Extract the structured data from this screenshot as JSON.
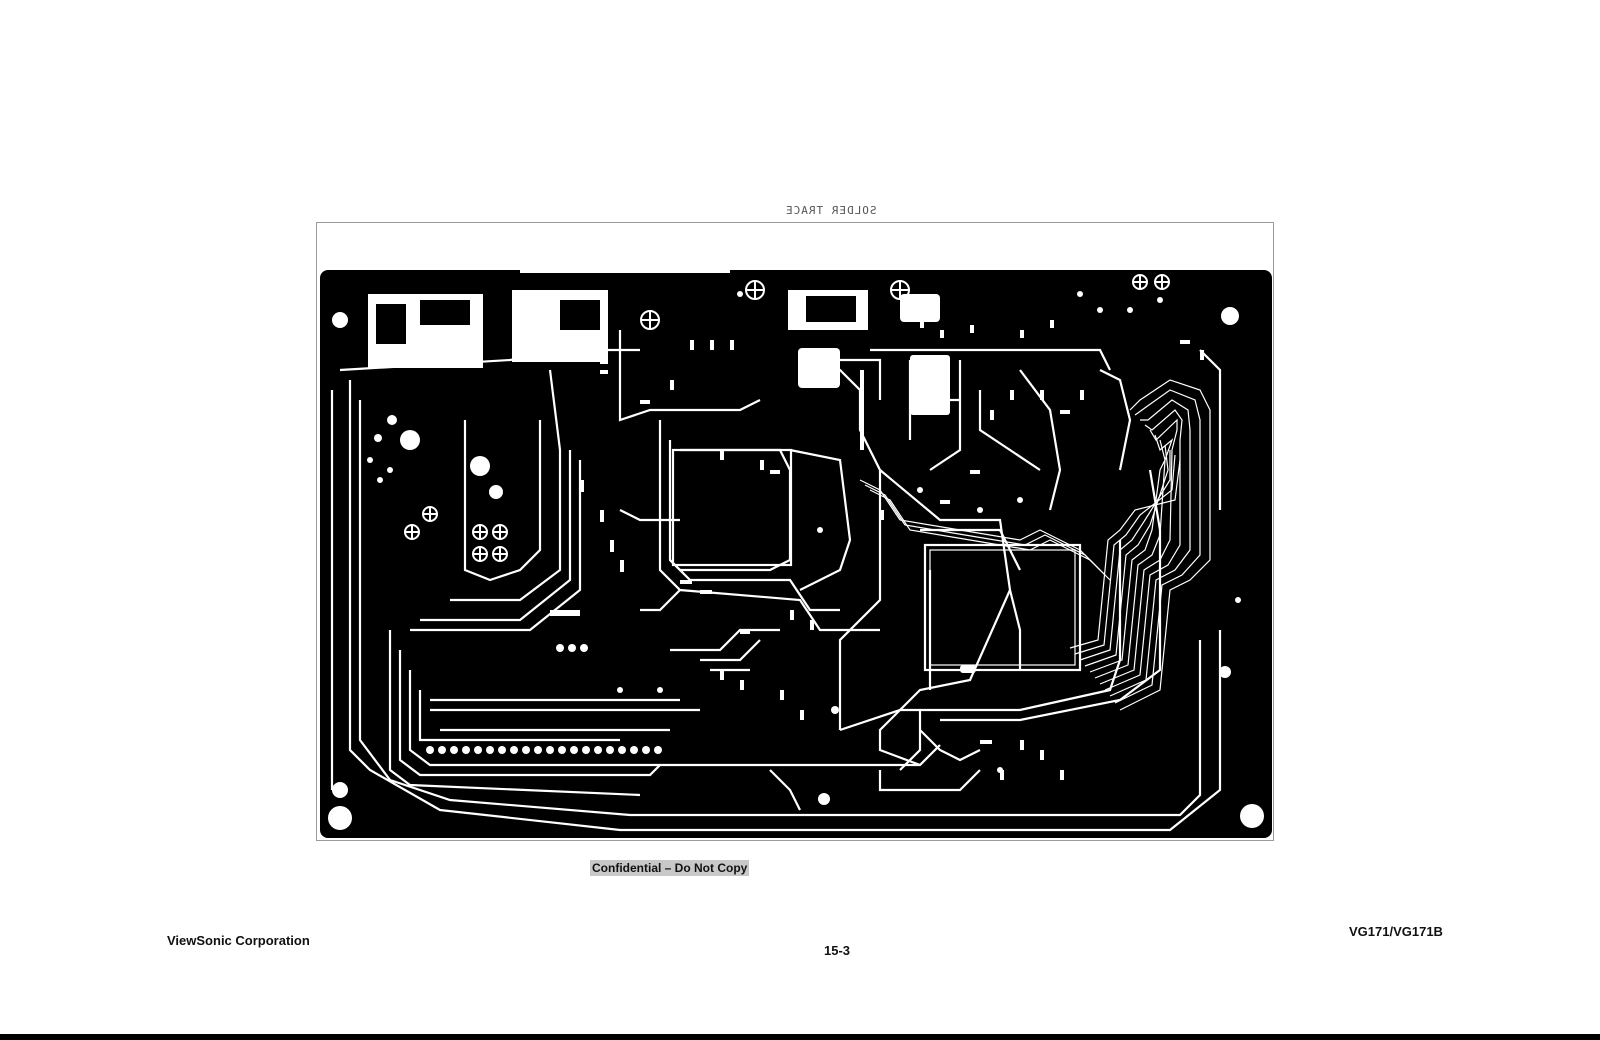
{
  "document": {
    "board_label": "SOLDER TRACE",
    "confidential_notice": "Confidential – Do Not Copy",
    "company": "ViewSonic Corporation",
    "page_number": "15-3",
    "model": "VG171/VG171B"
  },
  "figure": {
    "type": "pcb-solder-trace-layout",
    "colors": {
      "board": "#000000",
      "trace": "#ffffff",
      "frame": "#9a9a9a"
    },
    "icons": [
      "mounting-hole-icon",
      "via-icon",
      "crosshair-pad-icon",
      "ic-footprint-icon"
    ]
  }
}
